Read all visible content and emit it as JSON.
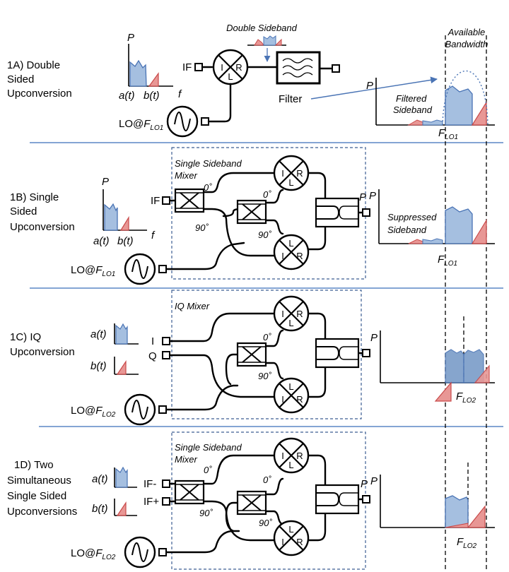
{
  "colors": {
    "blue_fill": "#a5bfe0",
    "blue_stroke": "#4a74b5",
    "red_fill": "#e89795",
    "red_stroke": "#c94a4a",
    "separator": "#5b87c5"
  },
  "top": {
    "double_sideband": "Double Sideband",
    "available": "Available",
    "bandwidth": "Bandwidth"
  },
  "rows": [
    {
      "title": [
        "1A) Double",
        "Sided",
        "Upconversion"
      ],
      "if_label": "IF",
      "lo_label": "LO@",
      "lo_sub": "LO1",
      "filter_label": "Filter",
      "sideband_note": [
        "Filtered",
        "Sideband"
      ],
      "flo_label": "F",
      "flo_sub": "LO1"
    },
    {
      "title": [
        "1B) Single",
        "Sided",
        "Upconversion"
      ],
      "box_title": [
        "Single Sideband",
        "Mixer"
      ],
      "if_label": "IF",
      "lo_label": "LO@",
      "lo_sub": "LO1",
      "sideband_note": [
        "Suppressed",
        "Sideband"
      ],
      "flo_label": "F",
      "flo_sub": "LO1"
    },
    {
      "title": [
        "1C) IQ",
        "Upconversion"
      ],
      "box_title": [
        "IQ Mixer"
      ],
      "in_labels": [
        "I",
        "Q"
      ],
      "lo_label": "LO@",
      "lo_sub": "LO2",
      "flo_label": "F",
      "flo_sub": "LO2"
    },
    {
      "title": [
        "1D) Two",
        "Simultaneous",
        "Single Sided",
        "Upconversions"
      ],
      "box_title": [
        "Single Sideband",
        "Mixer"
      ],
      "in_labels": [
        "IF-",
        "IF+"
      ],
      "lo_label": "LO@",
      "lo_sub": "LO2",
      "flo_label": "F",
      "flo_sub": "LO2"
    }
  ],
  "common": {
    "p_axis": "P",
    "f_axis": "f",
    "sig_a": "a(t)",
    "sig_b": "b(t)",
    "mixer": {
      "i": "I",
      "r": "R",
      "l": "L"
    },
    "deg0": "0˚",
    "deg90": "90˚"
  }
}
